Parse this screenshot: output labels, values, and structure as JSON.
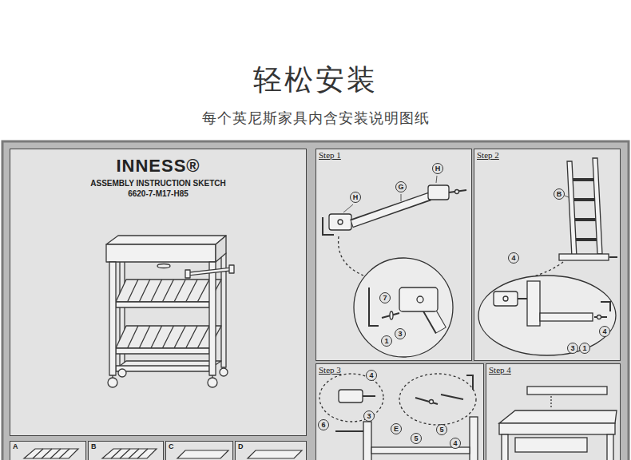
{
  "diagram": {
    "title": "轻松安装",
    "caption": "每个英尼斯家具内含安装说明图纸",
    "nodes": [
      {
        "text": [
          "INNESS®",
          "ASSEMBLY INSTRUCTION SKETCH",
          "6620-7-M17-H85"
        ]
      },
      {
        "text": [
          "Step 1"
        ]
      },
      {
        "text": [
          "Step 2"
        ]
      },
      {
        "text": [
          "Step 3"
        ]
      },
      {
        "text": [
          "Step 4"
        ]
      },
      {
        "text": [
          "A"
        ]
      },
      {
        "text": [
          "B"
        ]
      },
      {
        "text": [
          "C"
        ]
      },
      {
        "text": [
          "D"
        ]
      }
    ],
    "labels": [
      "H",
      "G",
      "H",
      "7",
      "3",
      "1",
      "B",
      "4",
      "4",
      "3",
      "1",
      "6",
      "4",
      "3",
      "E",
      "5",
      "5",
      "4"
    ]
  }
}
